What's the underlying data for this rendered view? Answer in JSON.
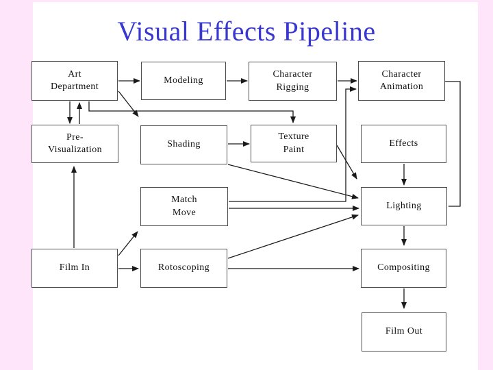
{
  "title": {
    "text": "Visual Effects Pipeline"
  },
  "colors": {
    "slide_background": "#ffe5fa",
    "panel_background": "#ffffff",
    "title_text": "#3838cf",
    "box_border": "#4d4d4d",
    "box_text": "#111111",
    "connector_line": "#1a1a1a"
  },
  "nodes": {
    "art_department": {
      "label": "Art\nDepartment"
    },
    "modeling": {
      "label": "Modeling"
    },
    "character_rigging": {
      "label": "Character\nRigging"
    },
    "character_animation": {
      "label": "Character\nAnimation"
    },
    "pre_visualization": {
      "label": "Pre-\nVisualization"
    },
    "shading": {
      "label": "Shading"
    },
    "texture_paint": {
      "label": "Texture\nPaint"
    },
    "effects": {
      "label": "Effects"
    },
    "match_move": {
      "label": "Match\nMove"
    },
    "lighting": {
      "label": "Lighting"
    },
    "film_in": {
      "label": "Film In"
    },
    "rotoscoping": {
      "label": "Rotoscoping"
    },
    "compositing": {
      "label": "Compositing"
    },
    "film_out": {
      "label": "Film Out"
    }
  },
  "edges": [
    {
      "from": "Art Department",
      "to": "Modeling",
      "arrow": true
    },
    {
      "from": "Modeling",
      "to": "Character Rigging",
      "arrow": true
    },
    {
      "from": "Character Rigging",
      "to": "Character Animation",
      "arrow": true
    },
    {
      "from": "Art Department",
      "to": "Pre-Visualization",
      "arrow": true
    },
    {
      "from": "Pre-Visualization",
      "to": "Art Department",
      "arrow": true
    },
    {
      "from": "Art Department",
      "to": "Shading",
      "arrow": true
    },
    {
      "from": "Art Department",
      "to": "Texture Paint",
      "arrow": true
    },
    {
      "from": "Shading",
      "to": "Texture Paint",
      "arrow": true
    },
    {
      "from": "Shading",
      "to": "Lighting",
      "arrow": true
    },
    {
      "from": "Texture Paint",
      "to": "Lighting",
      "arrow": true
    },
    {
      "from": "Effects",
      "to": "Lighting",
      "arrow": true
    },
    {
      "from": "Character Animation",
      "to": "Lighting",
      "arrow": false
    },
    {
      "from": "Match Move",
      "to": "Lighting",
      "arrow": true
    },
    {
      "from": "Match Move",
      "to": "Character Animation",
      "arrow": true
    },
    {
      "from": "Film In",
      "to": "Pre-Visualization",
      "arrow": true
    },
    {
      "from": "Film In",
      "to": "Match Move",
      "arrow": true
    },
    {
      "from": "Film In",
      "to": "Rotoscoping",
      "arrow": true
    },
    {
      "from": "Rotoscoping",
      "to": "Lighting",
      "arrow": true
    },
    {
      "from": "Rotoscoping",
      "to": "Compositing",
      "arrow": true
    },
    {
      "from": "Lighting",
      "to": "Compositing",
      "arrow": true
    },
    {
      "from": "Compositing",
      "to": "Film Out",
      "arrow": true
    }
  ]
}
